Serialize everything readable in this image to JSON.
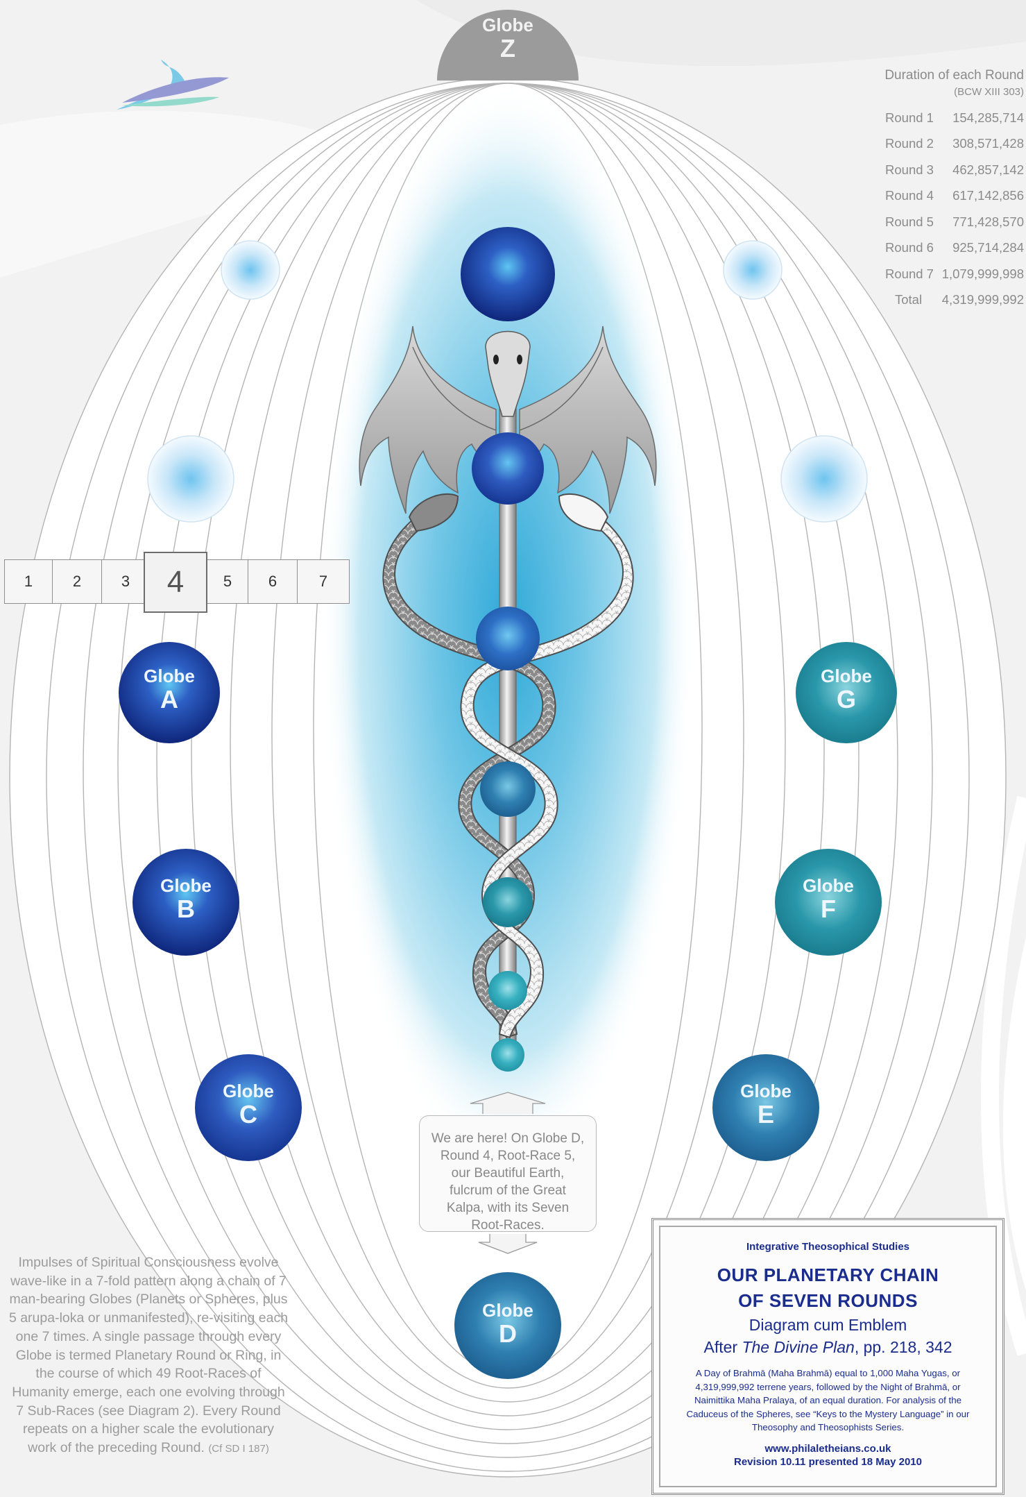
{
  "globes": {
    "z": {
      "word": "Globe",
      "letter": "Z"
    },
    "a": {
      "word": "Globe",
      "letter": "A"
    },
    "b": {
      "word": "Globe",
      "letter": "B"
    },
    "c": {
      "word": "Globe",
      "letter": "C"
    },
    "d": {
      "word": "Globe",
      "letter": "D"
    },
    "e": {
      "word": "Globe",
      "letter": "E"
    },
    "f": {
      "word": "Globe",
      "letter": "F"
    },
    "g": {
      "word": "Globe",
      "letter": "G"
    }
  },
  "rounds_selector": {
    "items": [
      "1",
      "2",
      "3",
      "4",
      "5",
      "6",
      "7"
    ],
    "active": "4"
  },
  "durations": {
    "header": "Duration of each Round",
    "source": "(BCW XIII 303)",
    "rows": [
      {
        "label": "Round 1",
        "value": "154,285,714"
      },
      {
        "label": "Round 2",
        "value": "308,571,428"
      },
      {
        "label": "Round 3",
        "value": "462,857,142"
      },
      {
        "label": "Round 4",
        "value": "617,142,856"
      },
      {
        "label": "Round 5",
        "value": "771,428,570"
      },
      {
        "label": "Round 6",
        "value": "925,714,284"
      },
      {
        "label": "Round 7",
        "value": "1,079,999,998"
      }
    ],
    "total": {
      "label": "Total",
      "value": "4,319,999,992"
    }
  },
  "callout": {
    "text": "We are here! On Globe D, Round 4, Root-Race 5, our Beautiful Earth, fulcrum of the Great Kalpa, with its Seven Root-Races."
  },
  "impulses": {
    "text": "Impulses of Spiritual Consciousness evolve wave-like in a 7-fold pattern along a chain of 7 man-bearing Globes (Planets or Spheres, plus 5 arupa-loka or unmanifested), re-visiting each one 7 times.  A single passage through every Globe is termed Planetary Round or Ring, in the course of which 49 Root-Races of Humanity emerge, each one evolving through 7 Sub-Races (see Diagram 2). Every Round repeats on a higher scale the evolutionary work of the preceding Round.",
    "citation": "(Cf SD I 187)"
  },
  "infobox": {
    "org": "Integrative Theosophical Studies",
    "title_line1": "OUR PLANETARY CHAIN",
    "title_line2": "OF SEVEN ROUNDS",
    "subtitle": "Diagram cum Emblem",
    "after_prefix": "After ",
    "after_italic": "The Divine Plan",
    "after_suffix": ", pp. 218, 342",
    "note": "A Day of Brahmā (Maha Brahmā) equal to 1,000 Maha Yugas, or 4,319,999,992 terrene years, followed by the Night of Brahmā, or Naimittika Maha Pralaya, of an equal duration. For analysis of the Caduceus of the Spheres, see “Keys to the Mystery Language” in our Theosophy and Theosophists Series.",
    "url": "www.philaletheians.co.uk",
    "revision": "Revision 10.11 presented 18 May 2010"
  },
  "colors": {
    "background": "#ececec",
    "deep_blue": "#1a2c8c",
    "teal": "#2a9aaa",
    "glow": "#2ea8d6"
  }
}
